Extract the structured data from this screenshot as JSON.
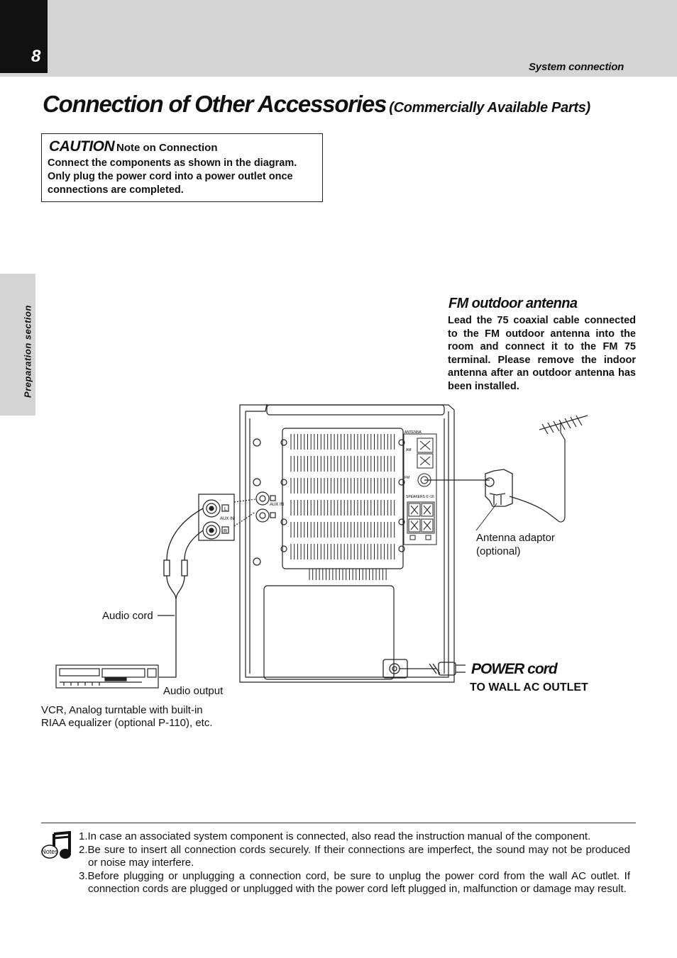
{
  "header": {
    "page_number": "8",
    "section": "System connection",
    "side_tab": "Preparation section"
  },
  "title": {
    "main": "Connection of Other Accessories",
    "subtitle": "(Commercially Available Parts)"
  },
  "caution": {
    "word": "CAUTION",
    "heading": "Note on Connection",
    "body": "Connect the components as shown in the diagram. Only plug the power cord into a power outlet once connections are completed."
  },
  "fm_antenna": {
    "title": "FM outdoor antenna",
    "body": "Lead the 75   coaxial cable connected to the FM outdoor antenna into the room and connect it to the FM 75   terminal. Please remove the indoor antenna after an outdoor antenna has been installed."
  },
  "diagram": {
    "antenna_adaptor": "Antenna adaptor",
    "antenna_adaptor_note": "(optional)",
    "audio_cord": "Audio cord",
    "audio_output": "Audio output",
    "source_line1": "VCR, Analog turntable with built-in",
    "source_line2": "RIAA equalizer (optional P-110), etc.",
    "aux_in": "AUX IN",
    "jack_l": "L",
    "jack_r": "R",
    "antenna_panel": "ANTENNA",
    "am": "AM",
    "fm": "FM",
    "speakers_panel": "SPEAKERS 6~16",
    "power_title": "POWER cord",
    "power_sub": "TO WALL AC  OUTLET"
  },
  "notes": {
    "icon_label": "Notes",
    "items": [
      "1.In case an associated system component is connected, also read the instruction manual of the component.",
      "2.Be sure to insert all connection cords securely. If their connections are imperfect, the sound may not be produced or noise may interfere.",
      "3.Before plugging or unplugging a connection cord, be sure to unplug the power cord from the wall AC outlet. If connection cords are plugged or unplugged with the power cord left plugged in, malfunction or damage may result."
    ]
  }
}
